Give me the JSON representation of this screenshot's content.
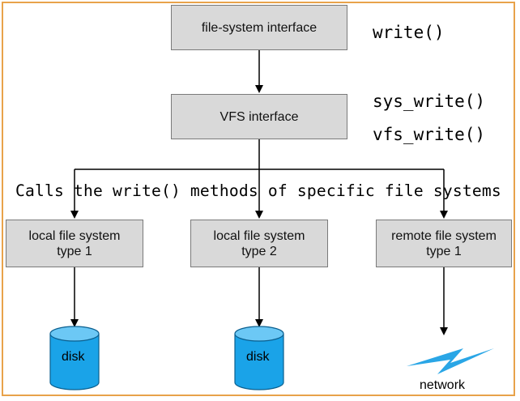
{
  "boxes": {
    "fs_interface": "file-system interface",
    "vfs_interface": "VFS interface",
    "local_fs_1": [
      "local file system",
      "type 1"
    ],
    "local_fs_2": [
      "local file system",
      "type 2"
    ],
    "remote_fs_1": [
      "remote file system",
      "type 1"
    ]
  },
  "annotations": {
    "write": "write()",
    "sys_write": "sys_write()",
    "vfs_write": "vfs_write()",
    "calls_note": "Calls the write() methods of specific file systems"
  },
  "devices": {
    "disk_1": "disk",
    "disk_2": "disk",
    "network": "network"
  },
  "colors": {
    "frame": "#e8a24a",
    "box_fill": "#d9d9d9",
    "disk_fill": "#1aa3e8",
    "network": "#2aa6e6"
  }
}
